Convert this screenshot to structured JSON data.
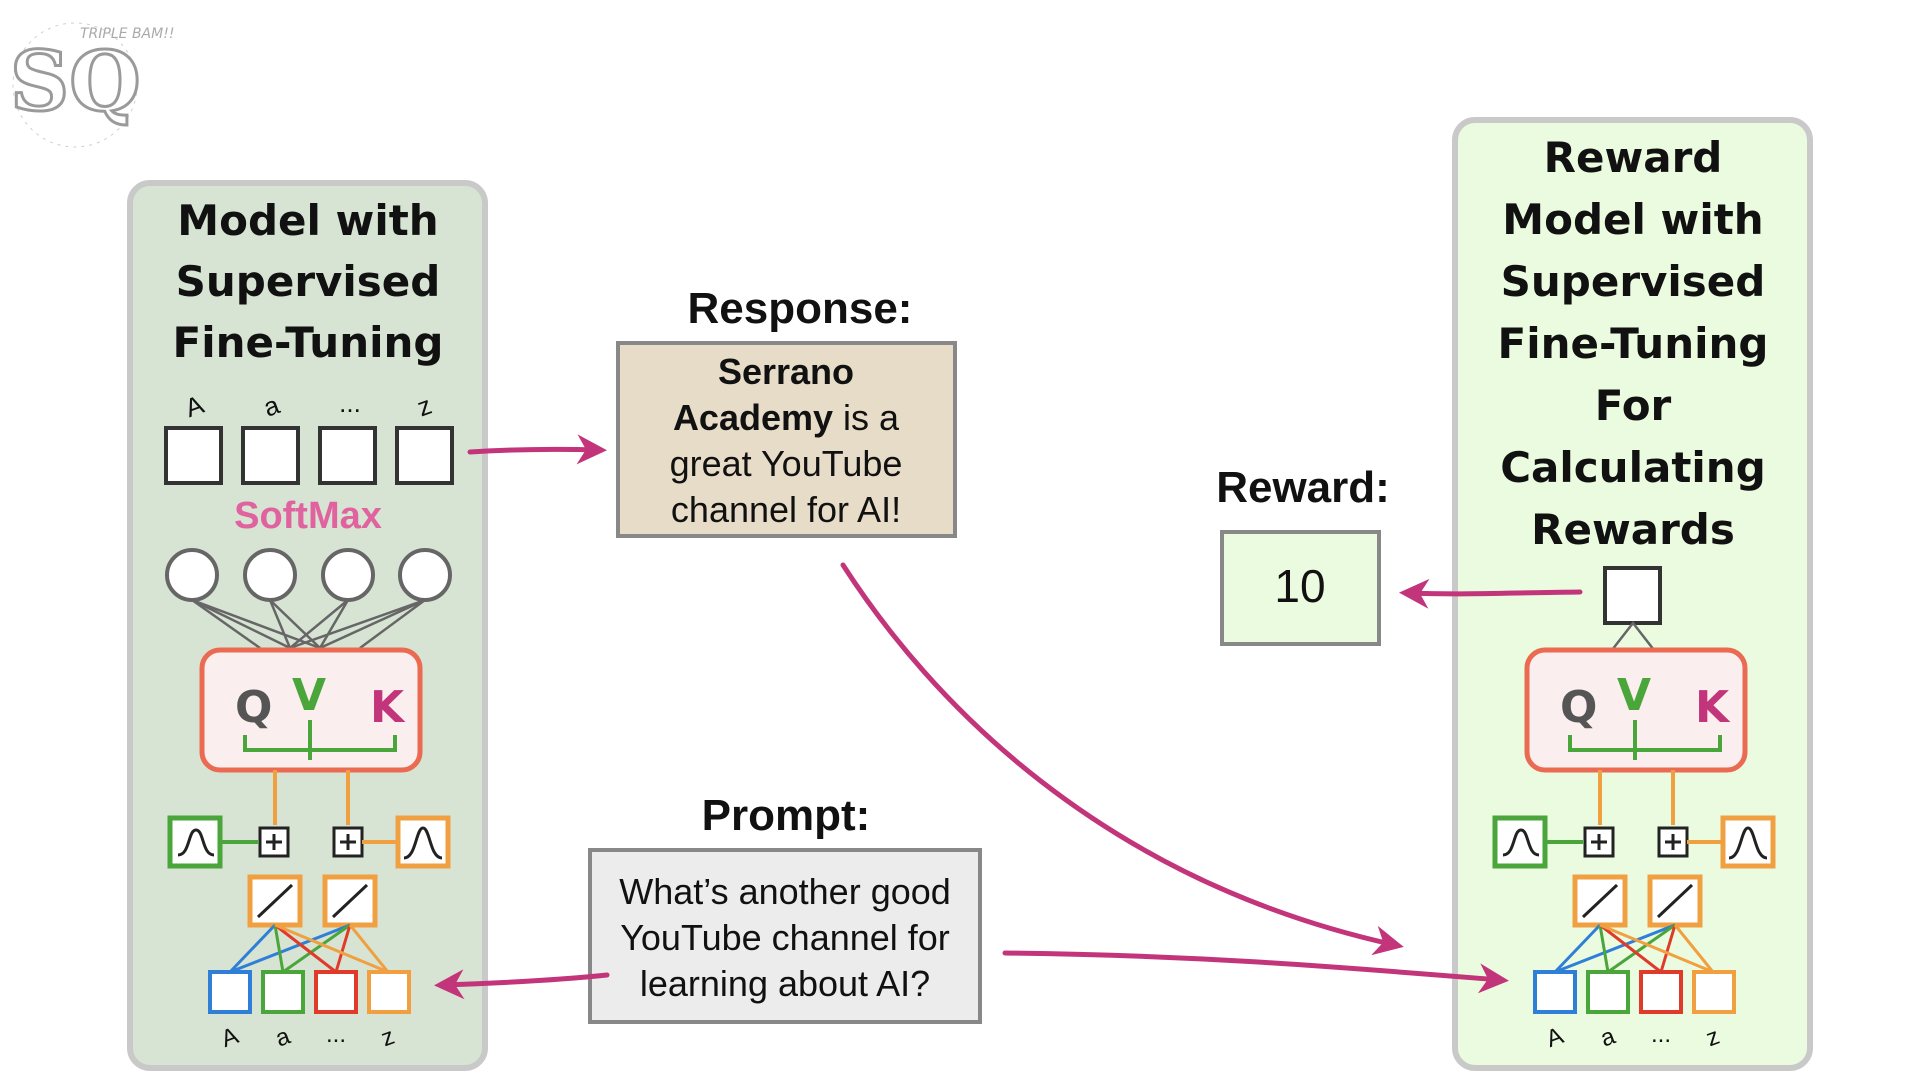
{
  "logo": {
    "letters": "SQ",
    "tagline": "TRIPLE BAM!!"
  },
  "left_panel": {
    "title": [
      "Model with",
      "Supervised",
      "Fine-Tuning"
    ],
    "top_tokens": [
      "A",
      "a",
      "...",
      "z"
    ],
    "softmax_label": "SoftMax",
    "attention": {
      "q": "Q",
      "v": "V",
      "k": "K"
    },
    "bottom_tokens": [
      "A",
      "a",
      "...",
      "z"
    ]
  },
  "right_panel": {
    "title": [
      "Reward",
      "Model with",
      "Supervised",
      "Fine-Tuning",
      "For",
      "Calculating",
      "Rewards"
    ],
    "attention": {
      "q": "Q",
      "v": "V",
      "k": "K"
    },
    "bottom_tokens": [
      "A",
      "a",
      "...",
      "z"
    ]
  },
  "response": {
    "heading": "Response:",
    "lines": [
      {
        "bold": "Serrano",
        "rest": ""
      },
      {
        "bold": "Academy",
        "rest": " is a"
      },
      {
        "bold": "",
        "rest": "great YouTube"
      },
      {
        "bold": "",
        "rest": "channel for AI!"
      }
    ]
  },
  "prompt": {
    "heading": "Prompt:",
    "lines": [
      "What’s another good",
      "YouTube channel for",
      "learning about AI?"
    ]
  },
  "reward": {
    "heading": "Reward:",
    "value": "10"
  },
  "colors": {
    "arrow": "#c2357a",
    "left_panel_fill": "#d7e4d4",
    "right_panel_fill": "#ebfbe0",
    "attention_border": "#ea6a52",
    "softmax": "#e0629f",
    "blue": "#2f7fd6",
    "green": "#4aa63a",
    "red": "#e03a2a",
    "orange": "#f0a040",
    "response_fill": "#e6dcc8",
    "prompt_fill": "#ececec",
    "reward_fill": "#ebfbe0"
  }
}
